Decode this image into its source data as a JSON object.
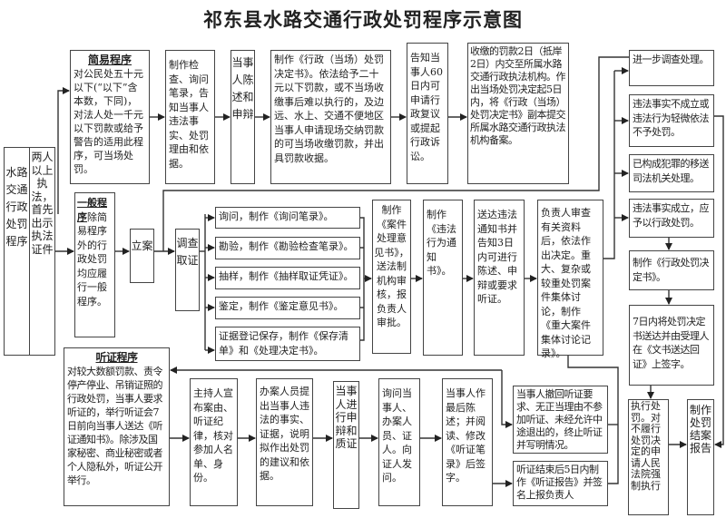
{
  "title": "祁东县水路交通行政处罚程序示意图",
  "left": {
    "main": "水路交通行政处罚程序",
    "officers": "两人以上执法，首先出示执法证件"
  },
  "simple": {
    "heading": "简易程序",
    "scope": "对公民处五十元以下(“以下”含本数，下同)，对法人处一千元以下罚款或给予警告的适用此程序，可当场处罚。",
    "step1": "制作检查、询问笔录，告知当事人违法事实、处罚理由和依据。",
    "step2": "当事人陈述和申辩",
    "step3": "制作《行政（当场）处罚决定书》。依法给予二十元以下罚款，或不当场收缴事后难以执行的，及边远、水上、交通不便地区当事人申请现场交纳罚款的可当场收缴罚款，并出具罚款收据。",
    "step4": "告知当事人60日内可申请行政复议或提起行政诉讼。",
    "step5": "收缴的罚款2日（抵岸2日）内交至所属水路交通行政执法机构。作出当场处罚决定起5日内，将《行政（当场）处罚决定书》副本提交所属水路交通行政执法机构备案。"
  },
  "general": {
    "heading": "一般程序",
    "scope": "除简易程序外的行政处罚均应履行一般程序。",
    "filing": "立案",
    "investigate": "调查取证",
    "evidence": [
      "询问，制作《询问笔录》。",
      "勘验，制作《勘验检查笔录》。",
      "抽样，制作《抽样取证凭证》。",
      "鉴定，制作《鉴定意见书》。",
      "证据登记保存，制作《保存清单》和《处理决定书》。"
    ],
    "opinion": "制作《案件处理意见书》，送法制机构审核，报负责人审批。",
    "notice": "制作《违法行为通知书》。",
    "serve": "送达违法通知书并告知3日内可进行陈述、申辩或要求听证。",
    "review": "负责人审查有关资料后，依法作出决定。重大、复杂或较重处罚案件集体讨论，制作《重大案件集体讨论记录》。"
  },
  "outcomes": {
    "further": "进一步调查处理。",
    "no_penalty": "违法事实不成立或违法行为轻微依法不予处罚。",
    "transfer": "已构成犯罪的移送司法机关处理。",
    "penalty": "违法事实成立，应予以行政处罚。",
    "decision": "制作《行政处罚决定书》。",
    "delivery": "7日内将处罚决定书送达并由受理人在《文书送达回证》上签字。",
    "execute": "执行处罚。对不履行处罚决定的申请人民法院强制执行",
    "close": "制作处罚结案报告"
  },
  "hearing": {
    "heading": "听证程序",
    "scope": "对较大数额罚款、责令停产停业、吊销证照的行政处罚，当事人要求听证的，举行听证会7日前向当事人送达《听证通知书》。除涉及国家秘密、商业秘密或者个人隐私外，听证公开举行。",
    "host": "主持人宣布案由、听证纪律，核对参加人名单、身份。",
    "officer": "办案人员提出当事人违法的事实、证据，说明拟作出处罚的建议和依据。",
    "defense": "当事人进行申辩和质证",
    "question": "询问当事人、办案人员、证人。向证人发问。",
    "final": "当事人作最后陈述；并阅读、修改《听证笔录》后签字。",
    "withdraw": "当事人撤回听证要求、无正当理由不参加听证、未经允许中途退出的，终止听证并写明情况。",
    "report": "听证结束后5日内制作《听证报告》并签名上报负责人"
  }
}
